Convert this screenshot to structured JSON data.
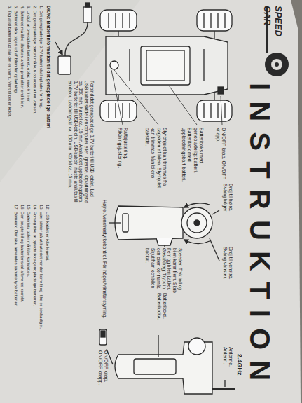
{
  "diagram": {
    "title": "INSTRUKTION",
    "labels": [
      "2.4GHz",
      "ON/OFF knap. ON/OFF knapp.",
      "Batteriboks med genopladeligt batteri. Batterifack med uppladdningsbart batteri.",
      "Styrehjulet kan trimmes fra bagsiden af bilen. Styrhjulet kan trimmas från bilens baksida.",
      "Rattejustering. Riktningsjustering.",
      "Forbind det genopladelige 3.7V batteri til USB kablet. Lad USB kablet sidde i en computer eller lignende. Opladningstid ca. 150 min. Kørsel ca. 15 min. Anslut det uppladdningsbara 3,7V batteriet till USB-kabeln. USB-kabeln måste anslutas till en dator. Laddningstid ca. 150 min. Körtid ca. 15 min.",
      "Drej til højre. Sväng höger.",
      "Drej til venstre. Sväng vänster.",
      "Speeder: Tryk ind og bilen kører frem. Skub frem og bilen bakker. Gaspådrag: Tryck in och bilen kör framåt. Skjut fram och bilen backar.",
      "Antenne. Antenn.",
      "Batteriboks. Batterilucka.",
      "Højre-/venstrestyrkekontrol. För höger/vänsterstyrning.",
      "ON/OFF knap. ON/OFF knapp.",
      "DK/N: Batteriinformation til det genopladelige batteri",
      "1. Det genopladelige 3.7V batteri skal oplades før brug.",
      "2. Det genopladelige batteri må kun oplades af en voksen.",
      "3. Undgå at overoplade batteriet, oplad max 6 timer.",
      "4. Batteriet må ikke tilsluttes andre produkter end bilen.",
      "5. Batteriet skal tages ud af bilen før opladning.",
      "6. Tag altid batteriet ud når det er varmt. Vent til det er koldt.",
      "12. USB kablet er ikke legetøj.",
      "13. Vær sikker på at batteriet vender korrekt og ikke er beskadiget.",
      "14. Forsøg ikke at oplade ikke-genopladelige batterier.",
      "15. Batteriets poler må ikke kortsluttes.",
      "16. Den brugte bil og batterier skal afleveres korrekt.",
      "17. Bemærk: Der skal anvendes samme type batterier.",
      "SPEED CAR"
    ]
  }
}
